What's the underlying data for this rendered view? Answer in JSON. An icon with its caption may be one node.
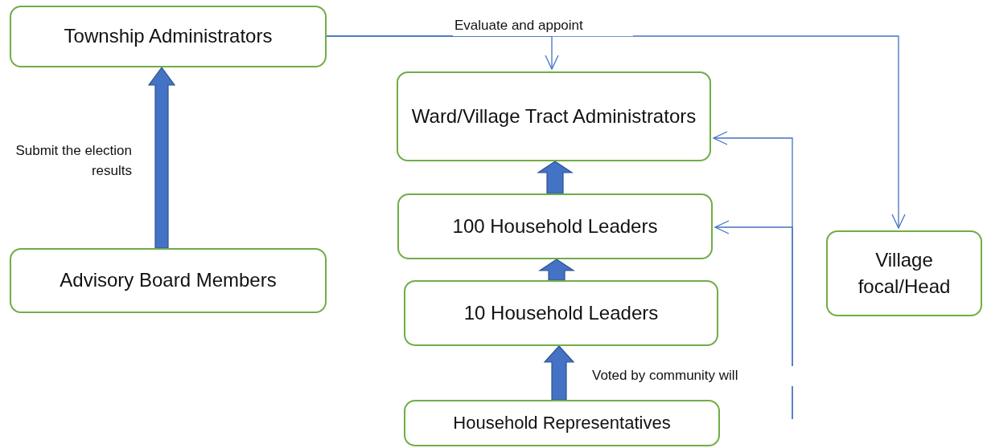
{
  "diagram": {
    "nodes": [
      {
        "text": [
          "Township Administrators"
        ]
      },
      {
        "text": [
          "Ward/Village Tract Administrators"
        ]
      },
      {
        "text": [
          "100 Household Leaders"
        ]
      },
      {
        "text": [
          "10 Household Leaders"
        ]
      },
      {
        "text": [
          "Household Representatives"
        ]
      },
      {
        "text": [
          "Advisory Board Members"
        ]
      },
      {
        "text": [
          "Village focal/Head"
        ]
      }
    ],
    "edges": [
      {
        "from": 5,
        "to": 0,
        "arrow": "to",
        "style": "thick",
        "label": "Submit the election results"
      },
      {
        "from": 0,
        "to": 1,
        "arrow": "to",
        "label": "Evaluate and appoint"
      },
      {
        "from": 0,
        "to": 6,
        "arrow": "to"
      },
      {
        "from": null,
        "to": 1,
        "arrow": "to"
      },
      {
        "from": null,
        "to": 2,
        "arrow": "to"
      },
      {
        "from": 2,
        "to": 1,
        "arrow": "to",
        "style": "thick"
      },
      {
        "from": 3,
        "to": 2,
        "arrow": "to",
        "style": "thick"
      },
      {
        "from": 4,
        "to": 3,
        "arrow": "to",
        "style": "thick",
        "label": "Voted by community will"
      }
    ]
  }
}
